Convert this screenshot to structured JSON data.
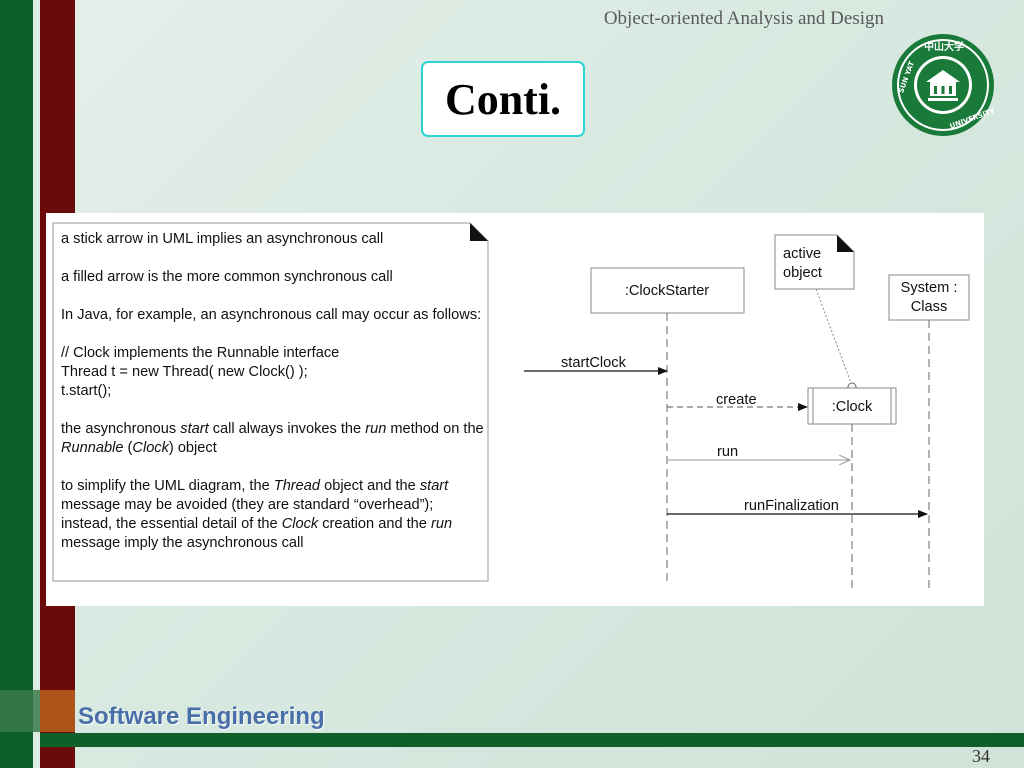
{
  "header": {
    "course": "Object-oriented Analysis and Design",
    "title": "Conti."
  },
  "logo": {
    "name": "sun-yat-sen-university-seal",
    "ring_text": "SUN YAT-SEN UNIVERSITY",
    "chinese": "中山大学",
    "color": "#1a7a3a"
  },
  "footer": {
    "label": "Software Engineering",
    "page": "34"
  },
  "colors": {
    "green": "#0f5f2a",
    "red": "#6b0a0a",
    "orange": "#b8611e",
    "title_border": "#2ed4d4",
    "footer_label": "#4a6fa8"
  },
  "note": {
    "p1": "a stick arrow in UML implies an asynchronous call",
    "p2": "a filled arrow is the more common synchronous call",
    "p3": "In Java, for example, an asynchronous call may occur as follows:",
    "code1": "// Clock implements the Runnable interface",
    "code2": "Thread t = new Thread( new Clock() );",
    "code3": "t.start();",
    "p4a": "the asynchronous ",
    "p4b": "start",
    "p4c": " call always invokes the ",
    "p4d": "run",
    "p4e": " method on the ",
    "p4f": "Runnable",
    "p4g": " (",
    "p4h": "Clock",
    "p4i": ") object",
    "p5a": "to simplify the UML diagram, the ",
    "p5b": "Thread",
    "p5c": " object and the ",
    "p5d": "start",
    "p5e": " message may be avoided (they are standard “overhead”); instead, the essential detail of the ",
    "p5f": "Clock",
    "p5g": " creation and the ",
    "p5h": "run",
    "p5i": " message imply the asynchronous call"
  },
  "diagram": {
    "clock_starter": ":ClockStarter",
    "system_class_1": "System :",
    "system_class_2": "Class",
    "active_note_1": "active",
    "active_note_2": "object",
    "clock": ":Clock",
    "msg_start": "startClock",
    "msg_create": "create",
    "msg_run": "run",
    "msg_finalize": "runFinalization"
  }
}
